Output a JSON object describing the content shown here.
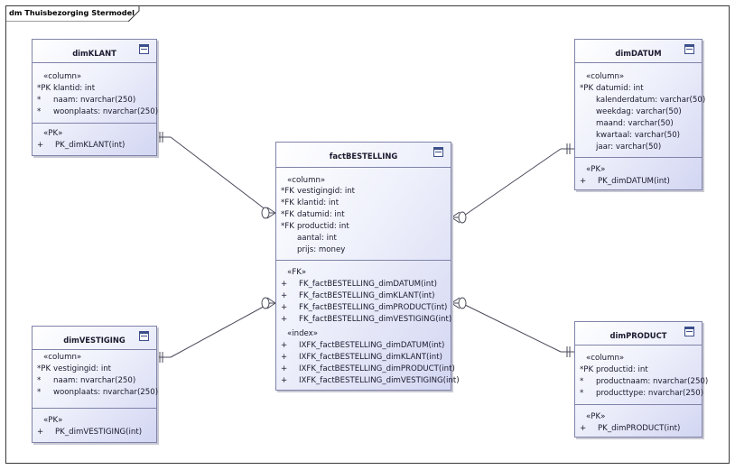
{
  "diagram_title": "dm Thuisbezorging Stermodel",
  "tables": {
    "dimklant": {
      "name": "dimKLANT",
      "columns_stereo": "«column»",
      "columns": [
        {
          "key": "*PK",
          "text": "klantid: int"
        },
        {
          "key": "*",
          "text": "naam: nvarchar(250)"
        },
        {
          "key": "*",
          "text": "woonplaats: nvarchar(250)"
        }
      ],
      "pk_stereo": "«PK»",
      "pk_ops": [
        {
          "sign": "+",
          "text": "PK_dimKLANT(int)"
        }
      ]
    },
    "dimdatum": {
      "name": "dimDATUM",
      "columns_stereo": "«column»",
      "columns": [
        {
          "key": "*PK",
          "text": "datumid: int"
        },
        {
          "key": "",
          "text": "kalenderdatum: varchar(50)"
        },
        {
          "key": "",
          "text": "weekdag: varchar(50)"
        },
        {
          "key": "",
          "text": "maand: varchar(50)"
        },
        {
          "key": "",
          "text": "kwartaal: varchar(50)"
        },
        {
          "key": "",
          "text": "jaar: varchar(50)"
        }
      ],
      "pk_stereo": "«PK»",
      "pk_ops": [
        {
          "sign": "+",
          "text": "PK_dimDATUM(int)"
        }
      ]
    },
    "factbestelling": {
      "name": "factBESTELLING",
      "columns_stereo": "«column»",
      "columns": [
        {
          "key": "*FK",
          "text": "vestigingid: int"
        },
        {
          "key": "*FK",
          "text": "klantid: int"
        },
        {
          "key": "*FK",
          "text": "datumid: int"
        },
        {
          "key": "*FK",
          "text": "productid: int"
        },
        {
          "key": "",
          "text": "aantal: int"
        },
        {
          "key": "",
          "text": "prijs: money"
        }
      ],
      "fk_stereo": "«FK»",
      "fk_ops": [
        {
          "sign": "+",
          "text": "FK_factBESTELLING_dimDATUM(int)"
        },
        {
          "sign": "+",
          "text": "FK_factBESTELLING_dimKLANT(int)"
        },
        {
          "sign": "+",
          "text": "FK_factBESTELLING_dimPRODUCT(int)"
        },
        {
          "sign": "+",
          "text": "FK_factBESTELLING_dimVESTIGING(int)"
        }
      ],
      "index_stereo": "«index»",
      "index_ops": [
        {
          "sign": "+",
          "text": "IXFK_factBESTELLING_dimDATUM(int)"
        },
        {
          "sign": "+",
          "text": "IXFK_factBESTELLING_dimKLANT(int)"
        },
        {
          "sign": "+",
          "text": "IXFK_factBESTELLING_dimPRODUCT(int)"
        },
        {
          "sign": "+",
          "text": "IXFK_factBESTELLING_dimVESTIGING(int)"
        }
      ]
    },
    "dimvestiging": {
      "name": "dimVESTIGING",
      "columns_stereo": "«column»",
      "columns": [
        {
          "key": "*PK",
          "text": "vestigingid: int"
        },
        {
          "key": "*",
          "text": "naam: nvarchar(250)"
        },
        {
          "key": "*",
          "text": "woonplaats: nvarchar(250)"
        }
      ],
      "pk_stereo": "«PK»",
      "pk_ops": [
        {
          "sign": "+",
          "text": "PK_dimVESTIGING(int)"
        }
      ]
    },
    "dimproduct": {
      "name": "dimPRODUCT",
      "columns_stereo": "«column»",
      "columns": [
        {
          "key": "*PK",
          "text": "productid: int"
        },
        {
          "key": "*",
          "text": "productnaam: nvarchar(250)"
        },
        {
          "key": "*",
          "text": "producttype: nvarchar(250)"
        }
      ],
      "pk_stereo": "«PK»",
      "pk_ops": [
        {
          "sign": "+",
          "text": "PK_dimPRODUCT(int)"
        }
      ]
    }
  },
  "relations": [
    {
      "from": "dimKLANT",
      "to": "factBESTELLING"
    },
    {
      "from": "dimVESTIGING",
      "to": "factBESTELLING"
    },
    {
      "from": "dimDATUM",
      "to": "factBESTELLING"
    },
    {
      "from": "dimPRODUCT",
      "to": "factBESTELLING"
    }
  ],
  "colors": {
    "line": "#4a4a5a",
    "border": "#7f83a8",
    "fill_light": "#ffffff",
    "fill_dark": "#d3d6f2"
  }
}
